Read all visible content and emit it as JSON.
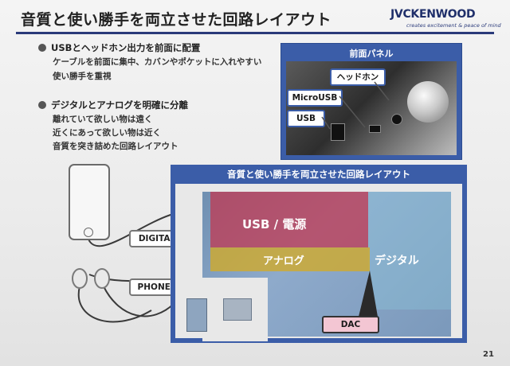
{
  "slide": {
    "title": "音質と使い勝手を両立させた回路レイアウト",
    "logo": "JVCKENWOOD",
    "tagline": "creates excitement & peace of mind",
    "page_number": "21"
  },
  "bullets": [
    {
      "heading": "USBとヘッドホン出力を前面に配置",
      "lines": [
        "ケーブルを前面に集中、カバンやポケットに入れやすい",
        "使い勝手を重視"
      ]
    },
    {
      "heading": "デジタルとアナログを明確に分離",
      "lines": [
        "離れていて欲しい物は遠く",
        "近くにあって欲しい物は近く",
        "音質を突き詰めた回路レイアウト"
      ]
    }
  ],
  "front_panel": {
    "title": "前面パネル",
    "labels": {
      "headphone": "ヘッドホン",
      "microusb": "MicroUSB",
      "usb": "USB"
    }
  },
  "diagram": {
    "digital_label": "DIGITAL",
    "phones_label": "PHONES"
  },
  "board": {
    "title": "音質と使い勝手を両立させた回路レイアウト",
    "zone_usb": "USB / 電源",
    "zone_analog": "アナログ",
    "zone_digital": "デジタル",
    "dac_label": "DAC"
  },
  "colors": {
    "accent": "#3b5da8",
    "usb_zone": "#c4344e",
    "analog_zone": "#d2aa28",
    "dac_tag": "#f3c6d3"
  }
}
